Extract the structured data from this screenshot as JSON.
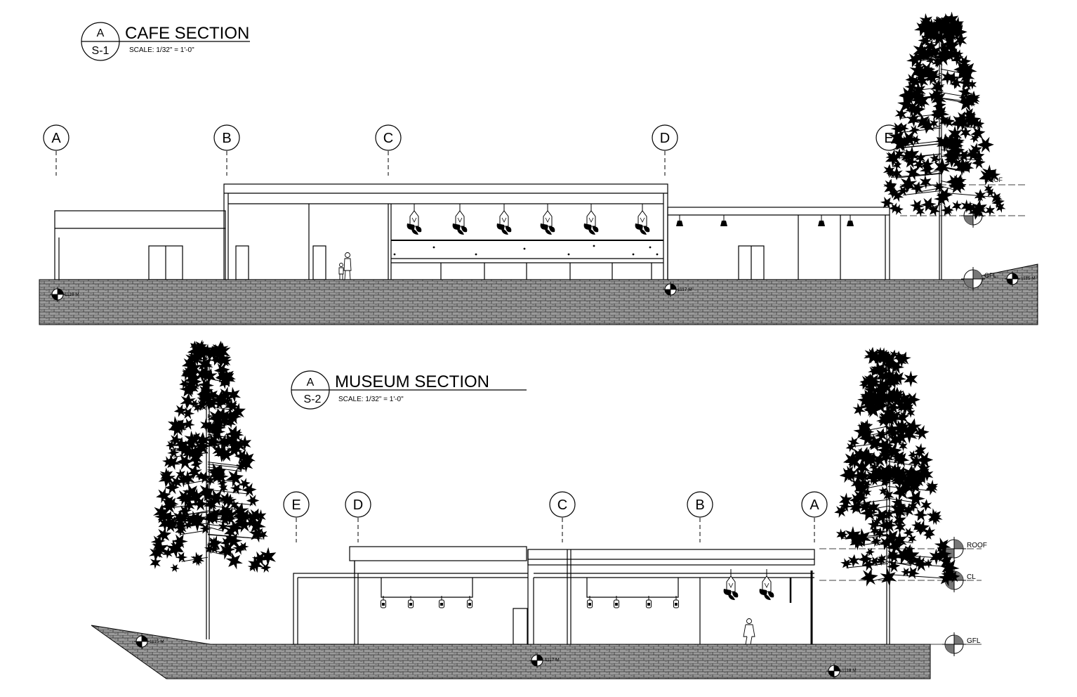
{
  "sections": [
    {
      "id": "cafe",
      "tag_letter": "A",
      "tag_sheet": "S-1",
      "title": "CAFE SECTION",
      "scale": "SCALE: 1/32\" = 1'-0\"",
      "grid_labels": [
        "A",
        "B",
        "C",
        "D",
        "E"
      ],
      "level_labels": [
        "ROOF",
        "GFL"
      ],
      "elevation_labels": [
        "1116 M",
        "1117 M",
        "1115 M"
      ]
    },
    {
      "id": "museum",
      "tag_letter": "A",
      "tag_sheet": "S-2",
      "title": "MUSEUM SECTION",
      "scale": "SCALE: 1/32\" = 1'-0\"",
      "grid_labels": [
        "E",
        "D",
        "C",
        "B",
        "A"
      ],
      "level_labels": [
        "ROOF",
        "CL",
        "GFL"
      ],
      "elevation_labels": [
        "1115 M",
        "1117 M",
        "1118 M"
      ]
    }
  ],
  "colors": {
    "line": "#000000",
    "ground_fill": "#8a8a8a",
    "paper": "#ffffff"
  }
}
